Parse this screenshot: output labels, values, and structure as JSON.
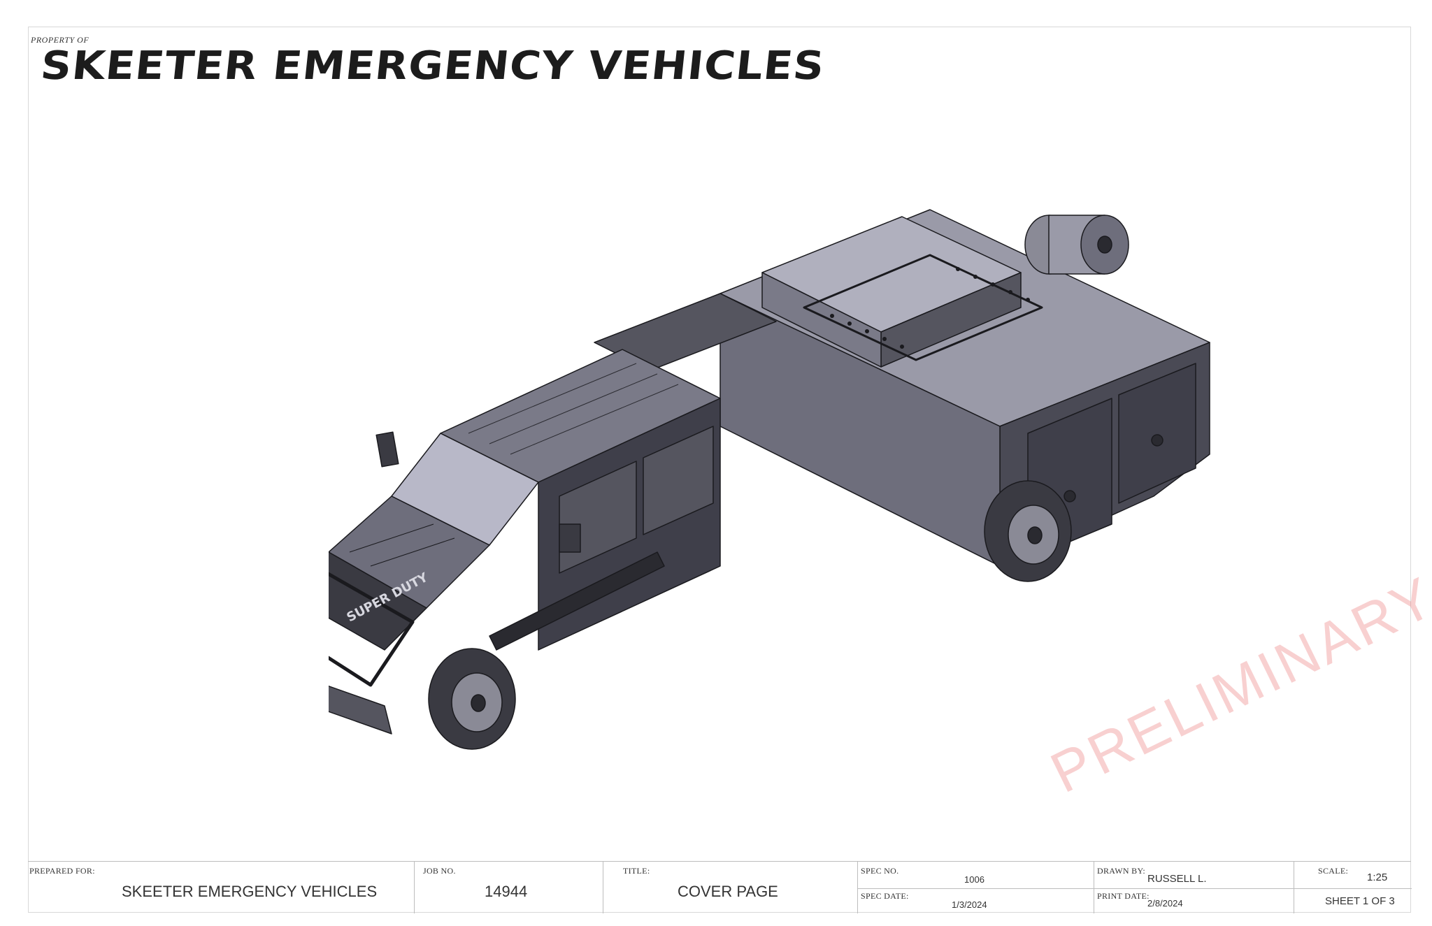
{
  "header": {
    "property_of": "PROPERTY OF",
    "company": "SKEETER EMERGENCY VEHICLES"
  },
  "watermark": "PRELIMINARY",
  "title_block": {
    "prepared_for_label": "PREPARED FOR:",
    "prepared_for_value": "SKEETER EMERGENCY VEHICLES",
    "job_no_label": "JOB NO.",
    "job_no_value": "14944",
    "title_label": "TITLE:",
    "title_value": "COVER PAGE",
    "spec_no_label": "SPEC NO.",
    "spec_no_value": "1006",
    "spec_date_label": "SPEC DATE:",
    "spec_date_value": "1/3/2024",
    "drawn_by_label": "DRAWN BY:",
    "drawn_by_value": "RUSSELL L.",
    "print_date_label": "PRINT DATE:",
    "print_date_value": "2/8/2024",
    "scale_label": "SCALE:",
    "scale_value": "1:25",
    "sheet_value": "SHEET 1 OF 3"
  },
  "drawing": {
    "grille_text": "SUPER DUTY",
    "colors": {
      "body_dark": "#4a4a55",
      "body_mid": "#6e6e7c",
      "body_light": "#9a9aa8",
      "glass": "#b8b8c8",
      "tire": "#3a3a42",
      "rim": "#8a8a96",
      "line": "#1a1a1e"
    }
  }
}
